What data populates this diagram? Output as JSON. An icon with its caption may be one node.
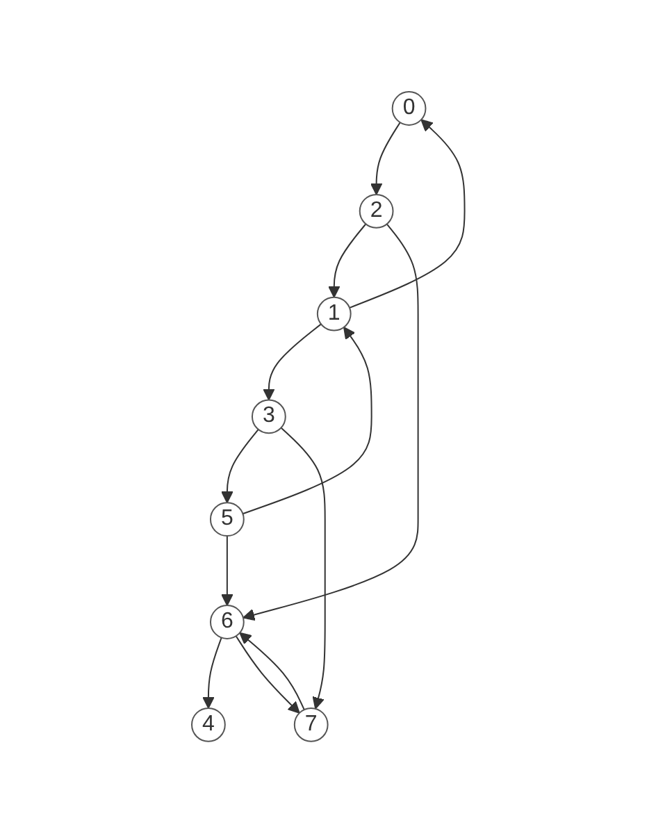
{
  "diagram": {
    "nodes": [
      {
        "text": [
          "0"
        ]
      },
      {
        "text": [
          "1"
        ]
      },
      {
        "text": [
          "2"
        ]
      },
      {
        "text": [
          "3"
        ]
      },
      {
        "text": [
          "4"
        ]
      },
      {
        "text": [
          "5"
        ]
      },
      {
        "text": [
          "6"
        ]
      },
      {
        "text": [
          "7"
        ]
      }
    ],
    "edges": [
      {
        "from": 1,
        "to": 0,
        "arrow": "to"
      },
      {
        "from": 0,
        "to": 2,
        "arrow": "to"
      },
      {
        "from": 2,
        "to": 1,
        "arrow": "to"
      },
      {
        "from": 1,
        "to": 3,
        "arrow": "to"
      },
      {
        "from": 2,
        "to": 6,
        "arrow": "to"
      },
      {
        "from": 3,
        "to": 5,
        "arrow": "to"
      },
      {
        "from": 5,
        "to": 1,
        "arrow": "to"
      },
      {
        "from": 6,
        "to": 4,
        "arrow": "to"
      },
      {
        "from": 5,
        "to": 6,
        "arrow": "to"
      },
      {
        "from": 3,
        "to": 7,
        "arrow": "to"
      },
      {
        "from": 6,
        "to": 7,
        "arrow": "to"
      },
      {
        "from": 7,
        "to": 6,
        "arrow": "to"
      }
    ]
  }
}
